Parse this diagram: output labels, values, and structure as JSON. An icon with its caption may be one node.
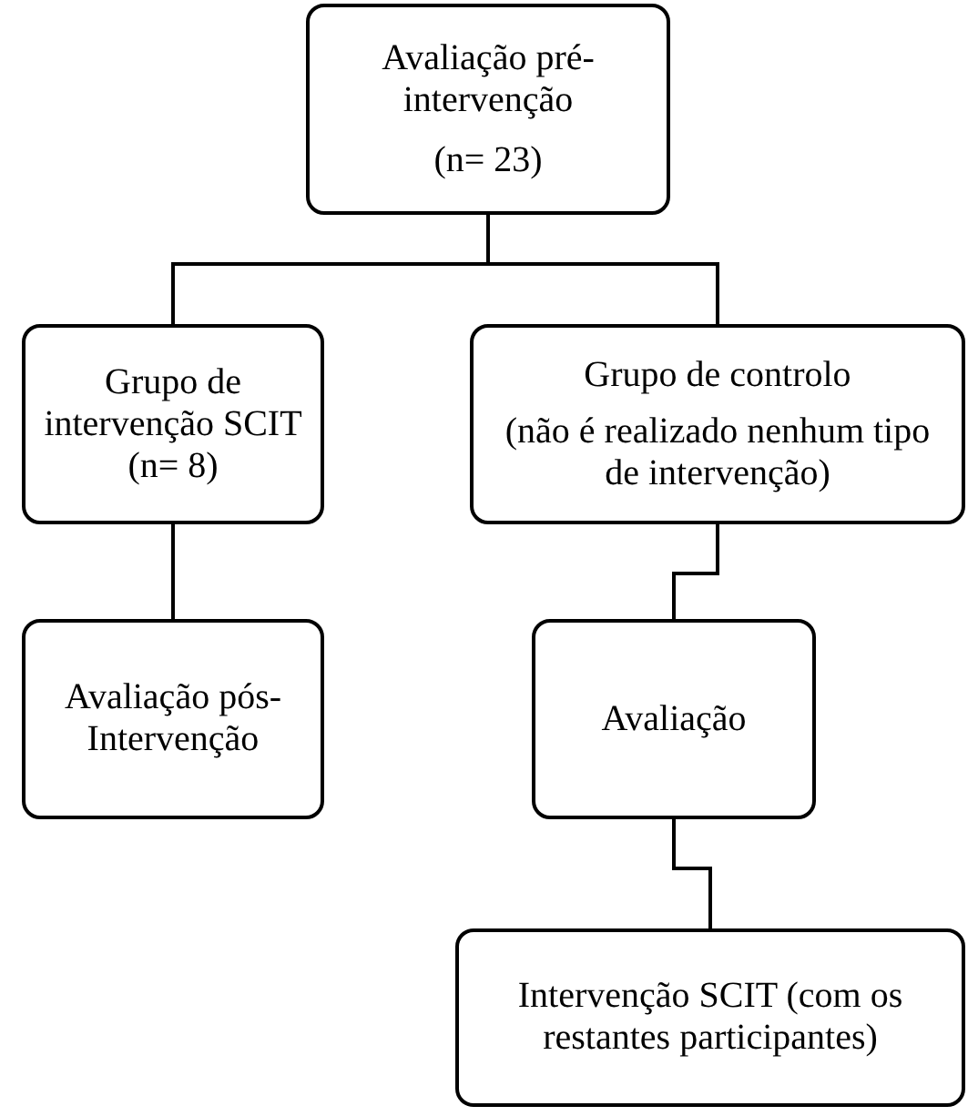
{
  "diagram": {
    "nodes": [
      {
        "text": [
          "Avaliação pré-intervenção",
          "(n= 23)"
        ]
      },
      {
        "text": [
          "Grupo de intervenção SCIT (n= 8)"
        ]
      },
      {
        "text": [
          "Grupo de controlo",
          "(não é realizado nenhum tipo de intervenção)"
        ]
      },
      {
        "text": [
          "Avaliação pós-Intervenção"
        ]
      },
      {
        "text": [
          "Avaliação"
        ]
      },
      {
        "text": [
          "Intervenção SCIT (com os restantes participantes)"
        ]
      }
    ],
    "edges": [
      {
        "from": 0,
        "to": 1,
        "arrow": "none"
      },
      {
        "from": 0,
        "to": 2,
        "arrow": "none"
      },
      {
        "from": 1,
        "to": 3,
        "arrow": "none"
      },
      {
        "from": 2,
        "to": 4,
        "arrow": "none"
      },
      {
        "from": 4,
        "to": 5,
        "arrow": "none"
      }
    ]
  }
}
